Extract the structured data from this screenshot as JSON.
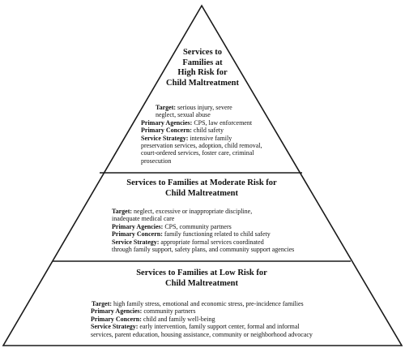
{
  "tiers": [
    {
      "title_lines": [
        "Services to",
        "Families at",
        "High Risk for",
        "Child Maltreatment"
      ],
      "target_label": "Target:",
      "target_lines": [
        "serious injury, severe",
        "neglect, sexual abuse"
      ],
      "agencies_label": "Primary Agencies:",
      "agencies_value": "CPS, law enforcement",
      "concern_label": "Primary Concern:",
      "concern_value": "child safety",
      "strategy_label": "Service Strategy:",
      "strategy_lines": [
        "intensive family",
        "preservation services, adoption, child removal,",
        "court-ordered services, foster care, criminal",
        "prosecution"
      ]
    },
    {
      "title_lines": [
        "Services to Families at Moderate Risk for",
        "Child Maltreatment"
      ],
      "target_label": "Target:",
      "target_lines": [
        "neglect, excessive or inappropriate discipline,",
        "inadequate medical care"
      ],
      "agencies_label": "Primary Agencies:",
      "agencies_value": "CPS, community partners",
      "concern_label": "Primary Concern:",
      "concern_value": "family functioning related to child safety",
      "strategy_label": "Service Strategy:",
      "strategy_lines": [
        "appropriate formal services coordinated",
        "through family support, safety plans, and community support agencies"
      ]
    },
    {
      "title_lines": [
        "Services to Families at Low Risk for",
        "Child Maltreatment"
      ],
      "target_label": "Target:",
      "target_lines": [
        "high family stress, emotional and economic stress, pre-incidence families"
      ],
      "agencies_label": "Primary Agencies:",
      "agencies_value": "community partners",
      "concern_label": "Primary Concern:",
      "concern_value": "child and family well-being",
      "strategy_label": "Service Strategy:",
      "strategy_lines": [
        "early intervention, family support center, formal and informal",
        "services, parent education, housing assistance, community or neighborhood advocacy"
      ]
    }
  ]
}
